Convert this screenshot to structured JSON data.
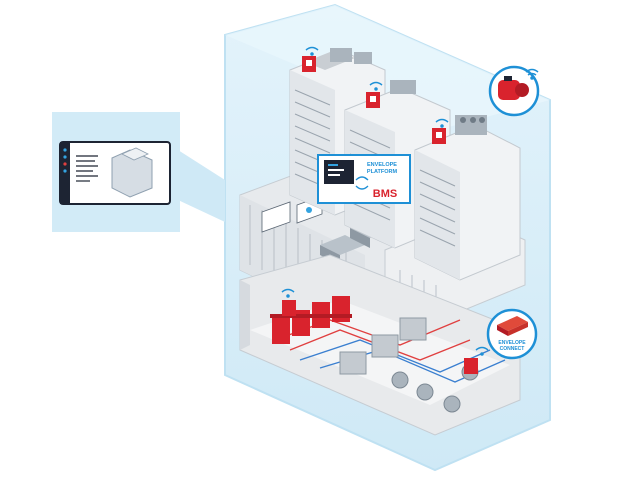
{
  "callouts": {
    "platform_line1": "ENVELOPE",
    "platform_line2": "PLATFORM",
    "bms": "BMS",
    "connect_line1": "ENVELOPE",
    "connect_line2": "CONNECT"
  },
  "colors": {
    "glass_fill": "#d9eef8",
    "glass_edge": "#bfe1f2",
    "accent_blue": "#1e90d6",
    "accent_red": "#d9232d",
    "building": "#eef0f2",
    "building_shade": "#c9ced3",
    "pipe_red": "#e04040",
    "pipe_blue": "#3a7fd0"
  },
  "icons": [
    "wifi-icon",
    "monitor-icon",
    "envelope-connect-device-icon",
    "pump-icon",
    "chiller-icon",
    "control-panel-icon"
  ]
}
